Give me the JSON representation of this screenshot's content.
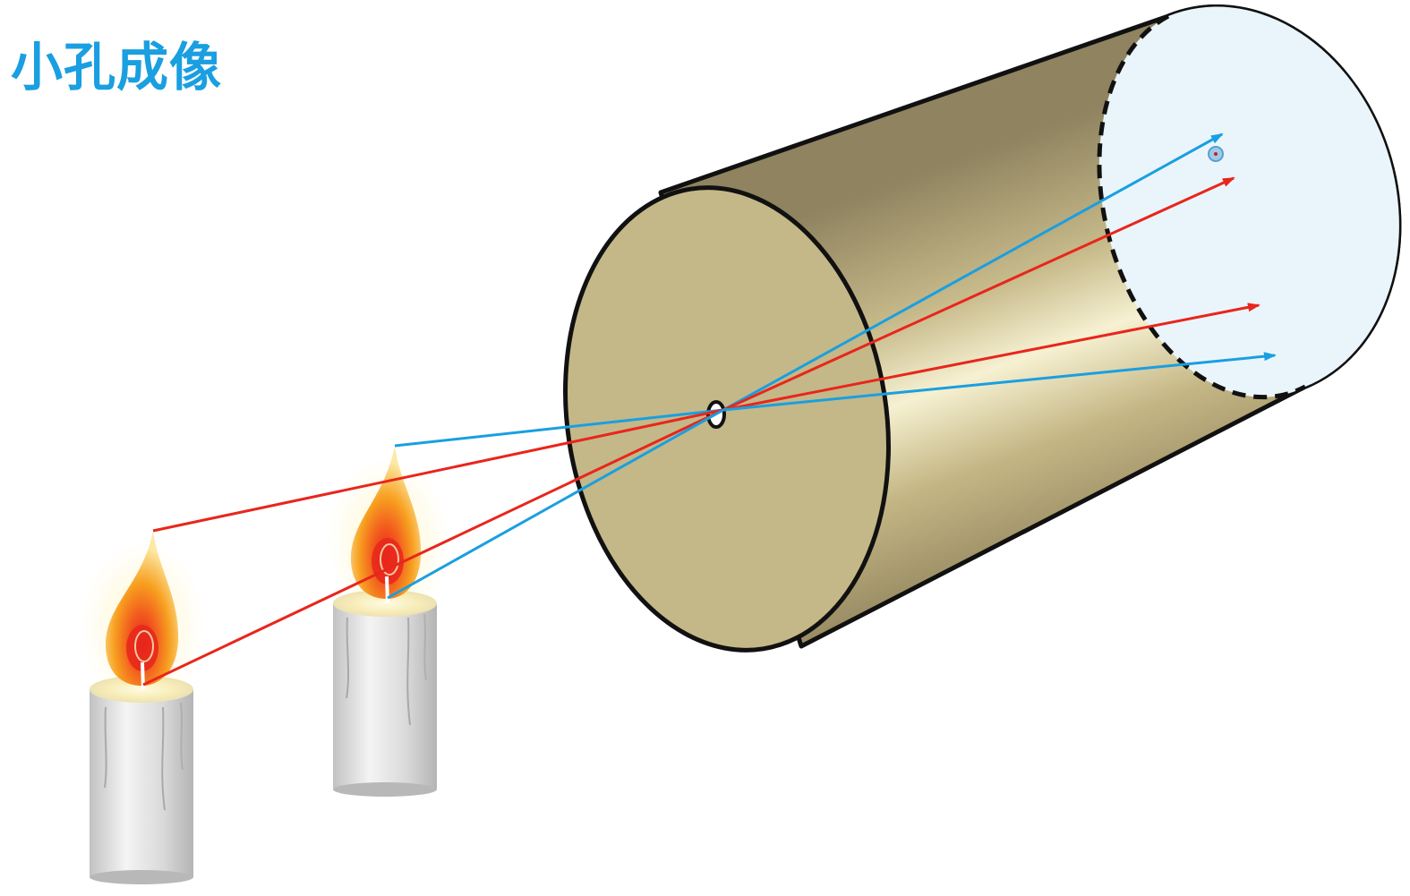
{
  "title": "小孔成像",
  "colors": {
    "title": "#1a9fe0",
    "ray_blue": "#1a9fe0",
    "ray_red": "#e8261c",
    "tube_body": "#c9bc8c",
    "tube_front": "#c4b888",
    "screen": "#eaf5fb",
    "outline": "#111111",
    "candle_wax": "#e4e4e4",
    "flame_outer": "#f7a020",
    "flame_inner": "#e8261c"
  },
  "icons": {
    "tube": "cylinder-camera-obscura",
    "pinhole": "pinhole-aperture",
    "screen": "projection-screen",
    "candle": "candle-icon"
  }
}
